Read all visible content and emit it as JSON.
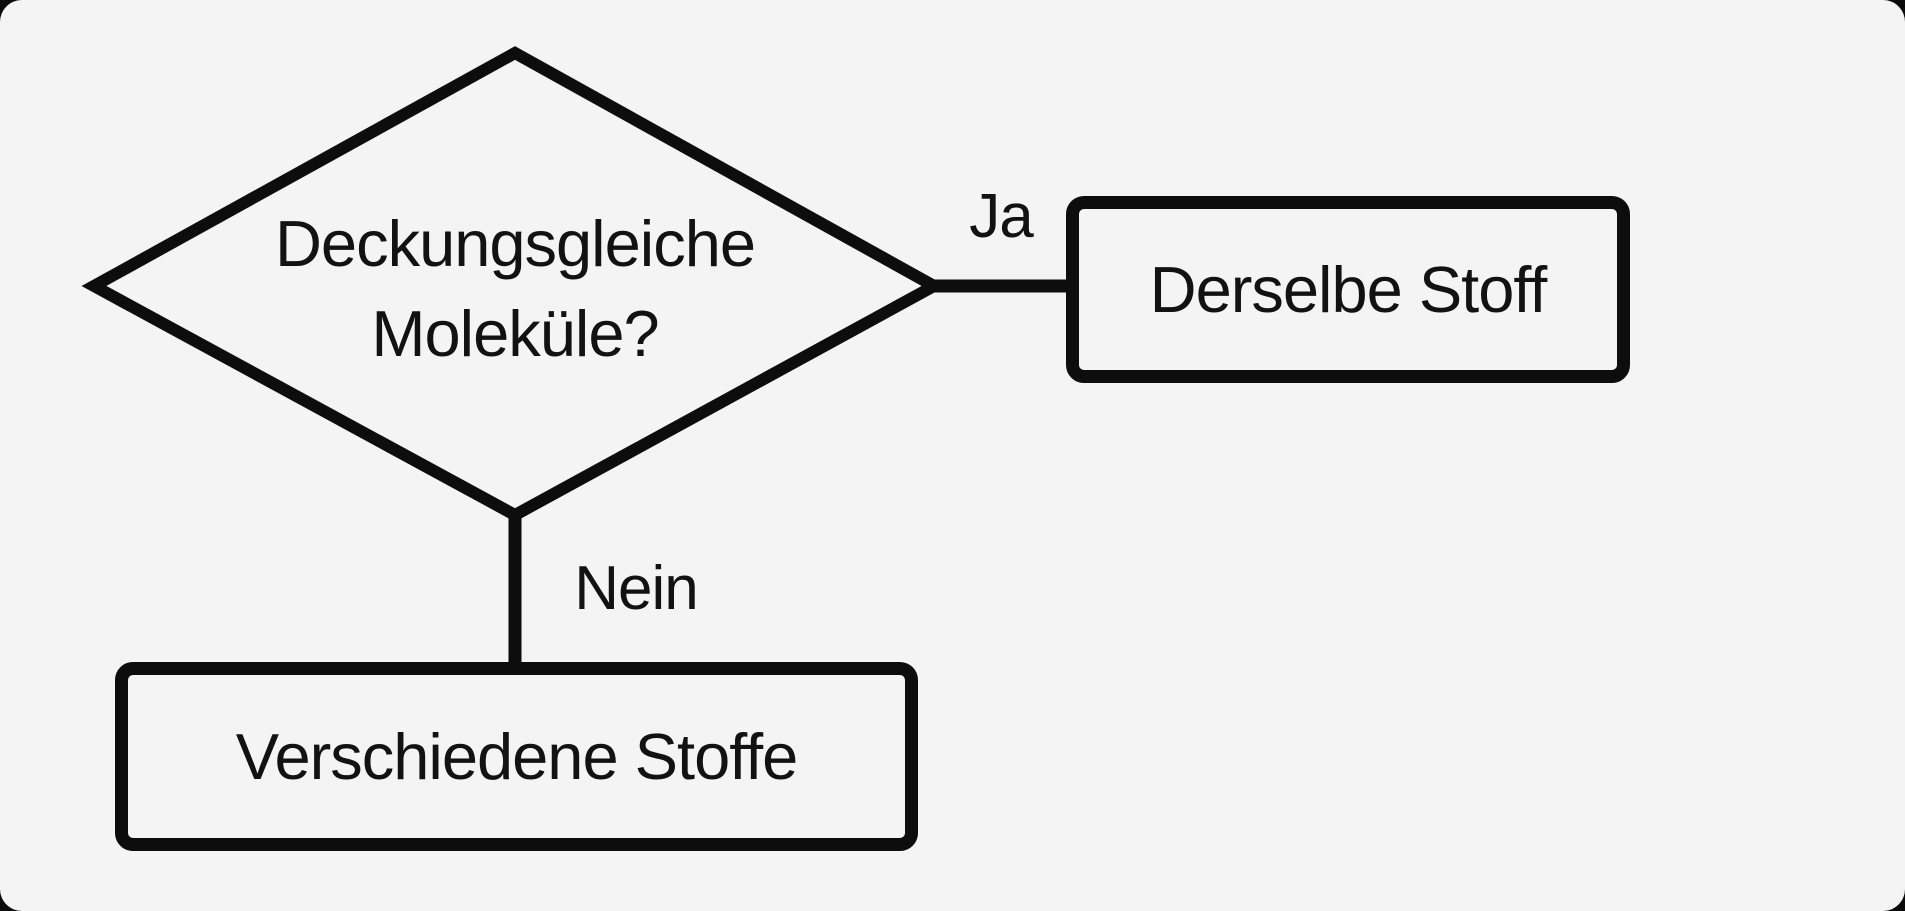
{
  "colors": {
    "canvas_background": "#f4f4f4",
    "shape_stroke": "#0d0d0d",
    "text": "#121212",
    "corner_frame": "#0b0b0b"
  },
  "flowchart": {
    "decision_node": {
      "label_line1": "Deckungsgleiche",
      "label_line2": "Moleküle?"
    },
    "yes_branch": {
      "edge_label": "Ja",
      "outcome_label": "Derselbe Stoff"
    },
    "no_branch": {
      "edge_label": "Nein",
      "outcome_label": "Verschiedene Stoffe"
    }
  }
}
